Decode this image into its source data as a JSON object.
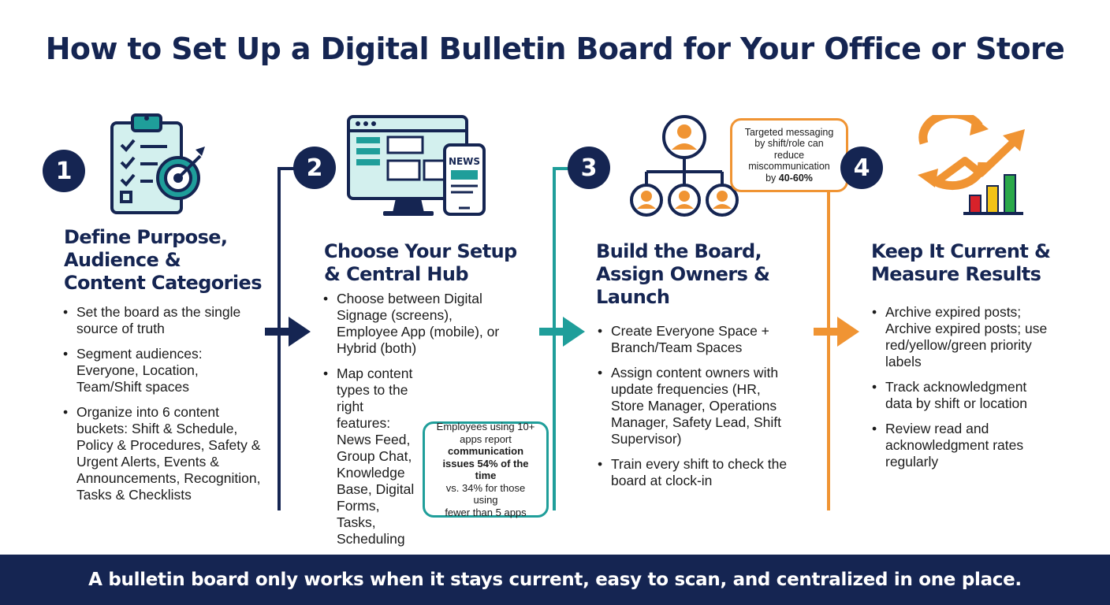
{
  "title": "How to Set Up a Digital Bulletin Board for Your Office or Store",
  "steps": [
    {
      "number": "1",
      "heading": [
        "Define Purpose,",
        "Audience &",
        "Content Categories"
      ],
      "bullets": [
        "Set the board as the single source of truth",
        "Segment audiences: Everyone, Location, Team/Shift spaces",
        "Organize into 6 content buckets: Shift & Schedule, Policy & Procedures, Safety & Urgent Alerts, Events & Announcements, Recognition, Tasks & Checklists"
      ]
    },
    {
      "number": "2",
      "heading": [
        "Choose Your Setup",
        "& Central Hub"
      ],
      "phone_label": "NEWS",
      "bullets": [
        "Choose between Digital Signage (screens), Employee App (mobile), or Hybrid (both)",
        "Map content types to the right features: News Feed, Group Chat, Knowledge Base, Digital Forms, Tasks, Scheduling"
      ]
    },
    {
      "number": "3",
      "heading": [
        "Build the Board,",
        "Assign Owners &",
        "Launch"
      ],
      "bullets": [
        "Create Everyone Space + Branch/Team Spaces",
        "Assign content owners with update frequencies (HR, Store Manager, Operations Manager, Safety Lead, Shift Supervisor)",
        "Train every shift to check the board at clock-in"
      ]
    },
    {
      "number": "4",
      "heading": [
        "Keep It Current &",
        "Measure Results"
      ],
      "bullets": [
        "Archive expired posts; Archive expired posts; use red/yellow/green priority labels",
        "Track acknowledgment data by shift or location",
        "Review read and acknowledgment rates regularly"
      ]
    }
  ],
  "callouts": {
    "apps": {
      "line1": "Employees using 10+",
      "line2": "apps report",
      "bold1": "communication",
      "bold2": "issues 54% of the time",
      "line3": "vs. 34% for those using",
      "line4": "fewer than 5 apps"
    },
    "targeted": {
      "line1": "Targeted messaging",
      "line2": "by shift/role can",
      "line3": "reduce",
      "line4": "miscommunication",
      "prefix": "by",
      "bold": "40-60%"
    }
  },
  "footer": "A bulletin board only works when it stays current, easy to scan, and centralized in one place.",
  "colors": {
    "navy": "#152552",
    "teal": "#1f9e9a",
    "orange": "#f09433",
    "icon_fill": "#d3f0ee",
    "bar_red": "#d8222a",
    "bar_yellow": "#f2c316",
    "bar_green": "#2aa84a"
  }
}
